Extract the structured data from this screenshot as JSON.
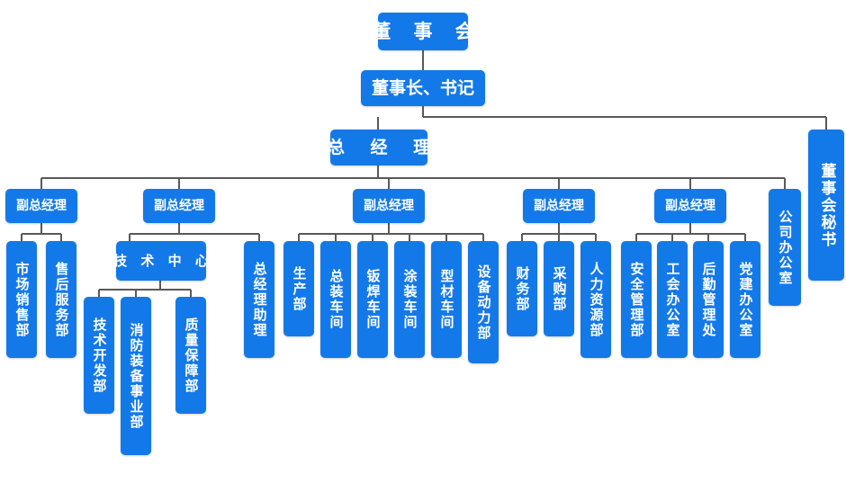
{
  "meta": {
    "kind": "organization-chart",
    "orientation": "top-down",
    "box_color": "#1479e8",
    "text_color": "#ffffff",
    "line_color": "#595959",
    "background": "#ffffff"
  },
  "nodes": {
    "board": "董 事 会",
    "chairman": "董事长、书记",
    "general_manager": "总  经  理",
    "board_secretary": "董事会秘书",
    "company_office": "公司办公室",
    "deputy_gm_1": "副总经理",
    "deputy_gm_2": "副总经理",
    "deputy_gm_3": "副总经理",
    "deputy_gm_4": "副总经理",
    "deputy_gm_5": "副总经理",
    "market_sales_dept": "市场销售部",
    "after_sales_dept": "售后服务部",
    "tech_center": "技 术 中 心",
    "tech_dev_dept": "技术开发部",
    "fire_equip_division": "消防装备事业部",
    "quality_assurance_dept": "质量保障部",
    "gm_assistant": "总经理助理",
    "production_dept": "生产部",
    "final_assembly_shop": "总装车间",
    "sheet_welding_shop": "钣焊车间",
    "painting_shop": "涂装车间",
    "profile_shop": "型材车间",
    "equipment_power_dept": "设备动力部",
    "finance_dept": "财务部",
    "purchasing_dept": "采购部",
    "hr_dept": "人力资源部",
    "safety_mgmt_dept": "安全管理部",
    "union_office": "工会办公室",
    "logistics_mgmt_office": "后勤管理处",
    "party_building_office": "党建办公室"
  }
}
